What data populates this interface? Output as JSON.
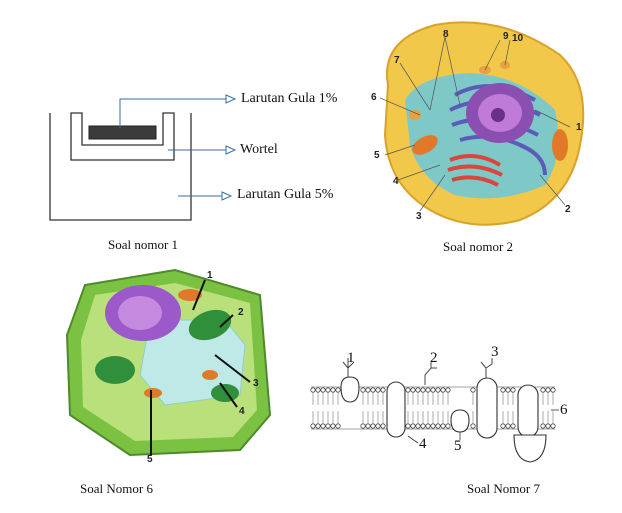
{
  "panel1": {
    "caption": "Soal nomor 1",
    "labels": [
      "Larutan Gula 1%",
      "Wortel",
      "Larutan Gula 5%"
    ],
    "colors": {
      "arrow": "#3a6ea5",
      "stroke": "#333333",
      "carrot": "#3b3b3b"
    }
  },
  "panel2": {
    "caption": "Soal nomor 2",
    "numbers": [
      "1",
      "2",
      "3",
      "4",
      "5",
      "6",
      "7",
      "8",
      "9",
      "10"
    ],
    "colors": {
      "membrane": "#f2c84a",
      "cytoplasm": "#7fc8c8",
      "nucleus": "#8a4fb0",
      "er": "#5a5cb8",
      "golgi": "#d9463c",
      "mito": "#e07a2a"
    }
  },
  "panel6": {
    "caption": "Soal Nomor 6",
    "numbers": [
      "1",
      "2",
      "3",
      "4",
      "5"
    ],
    "colors": {
      "wall": "#7cc242",
      "cytoplasm": "#b9e07a",
      "vacuole": "#bfe9e6",
      "nucleus": "#9b59c9",
      "chloroplast": "#2f8f3a",
      "mito": "#e07a2a"
    }
  },
  "panel7": {
    "caption": "Soal Nomor 7",
    "numbers": [
      "1",
      "2",
      "3",
      "4",
      "5",
      "6"
    ]
  }
}
